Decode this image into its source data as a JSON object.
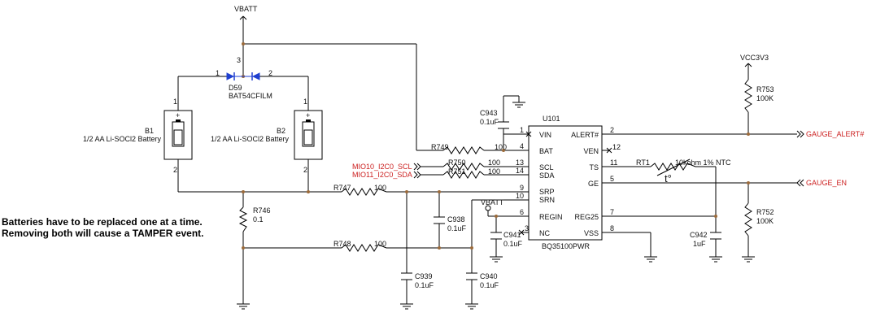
{
  "power": {
    "vbatt_top": "VBATT",
    "vbatt_regen": "VBATT",
    "vcc3v3": "VCC3V3"
  },
  "diode": {
    "ref": "D59",
    "value": "BAT54CFILM",
    "pin1": "1",
    "pin2": "2",
    "pin3": "3"
  },
  "batteries": [
    {
      "ref": "B1",
      "value": "1/2 AA Li-SOCl2 Battery",
      "pin1": "1",
      "pin2": "2",
      "plus": "+"
    },
    {
      "ref": "B2",
      "value": "1/2 AA Li-SOCl2 Battery",
      "pin1": "1",
      "pin2": "2",
      "plus": "+"
    }
  ],
  "resistors": {
    "r746": {
      "ref": "R746",
      "value": "0.1"
    },
    "r747": {
      "ref": "R747",
      "value": "100"
    },
    "r748": {
      "ref": "R748",
      "value": "100"
    },
    "r749": {
      "ref": "R749",
      "value": "100"
    },
    "r750": {
      "ref": "R750",
      "value": "100"
    },
    "r751": {
      "ref": "R751",
      "value": "100"
    },
    "r752": {
      "ref": "R752",
      "value": "100K"
    },
    "r753": {
      "ref": "R753",
      "value": "100K"
    },
    "rt1": {
      "ref": "RT1",
      "value": "10kohm 1% NTC",
      "symbol": "t°"
    }
  },
  "capacitors": {
    "c938": {
      "ref": "C938",
      "value": "0.1uF"
    },
    "c939": {
      "ref": "C939",
      "value": "0.1uF"
    },
    "c940": {
      "ref": "C940",
      "value": "0.1uF"
    },
    "c941": {
      "ref": "C941",
      "value": "0.1uF"
    },
    "c942": {
      "ref": "C942",
      "value": "1uF"
    },
    "c943": {
      "ref": "C943",
      "value": "0.1uF"
    }
  },
  "ic": {
    "ref": "U101",
    "part": "BQ35100PWR",
    "left_pins": [
      {
        "num": "1",
        "name": "VIN"
      },
      {
        "num": "4",
        "name": "BAT"
      },
      {
        "num": "13",
        "name": "SCL"
      },
      {
        "num": "14",
        "name": "SDA"
      },
      {
        "num": "9",
        "name": "SRP"
      },
      {
        "num": "10",
        "name": "SRN"
      },
      {
        "num": "6",
        "name": "REGIN"
      },
      {
        "num": "3",
        "name": "NC"
      }
    ],
    "right_pins": [
      {
        "num": "2",
        "name": "ALERT#"
      },
      {
        "num": "12",
        "name": "VEN"
      },
      {
        "num": "11",
        "name": "TS"
      },
      {
        "num": "5",
        "name": "GE"
      },
      {
        "num": "7",
        "name": "REG25"
      },
      {
        "num": "8",
        "name": "VSS"
      }
    ]
  },
  "nets": {
    "scl": "MIO10_I2C0_SCL",
    "sda": "MIO11_I2C0_SDA",
    "alert": "GAUGE_ALERT#",
    "en": "GAUGE_EN"
  },
  "note": {
    "line1": "Batteries have to be replaced one at a time.",
    "line2": "Removing both will cause a TAMPER event."
  },
  "colors": {
    "wire": "#000000",
    "junction": "#9b6a3a",
    "net_label": "#cc2020",
    "diode": "#1f3fd0"
  }
}
